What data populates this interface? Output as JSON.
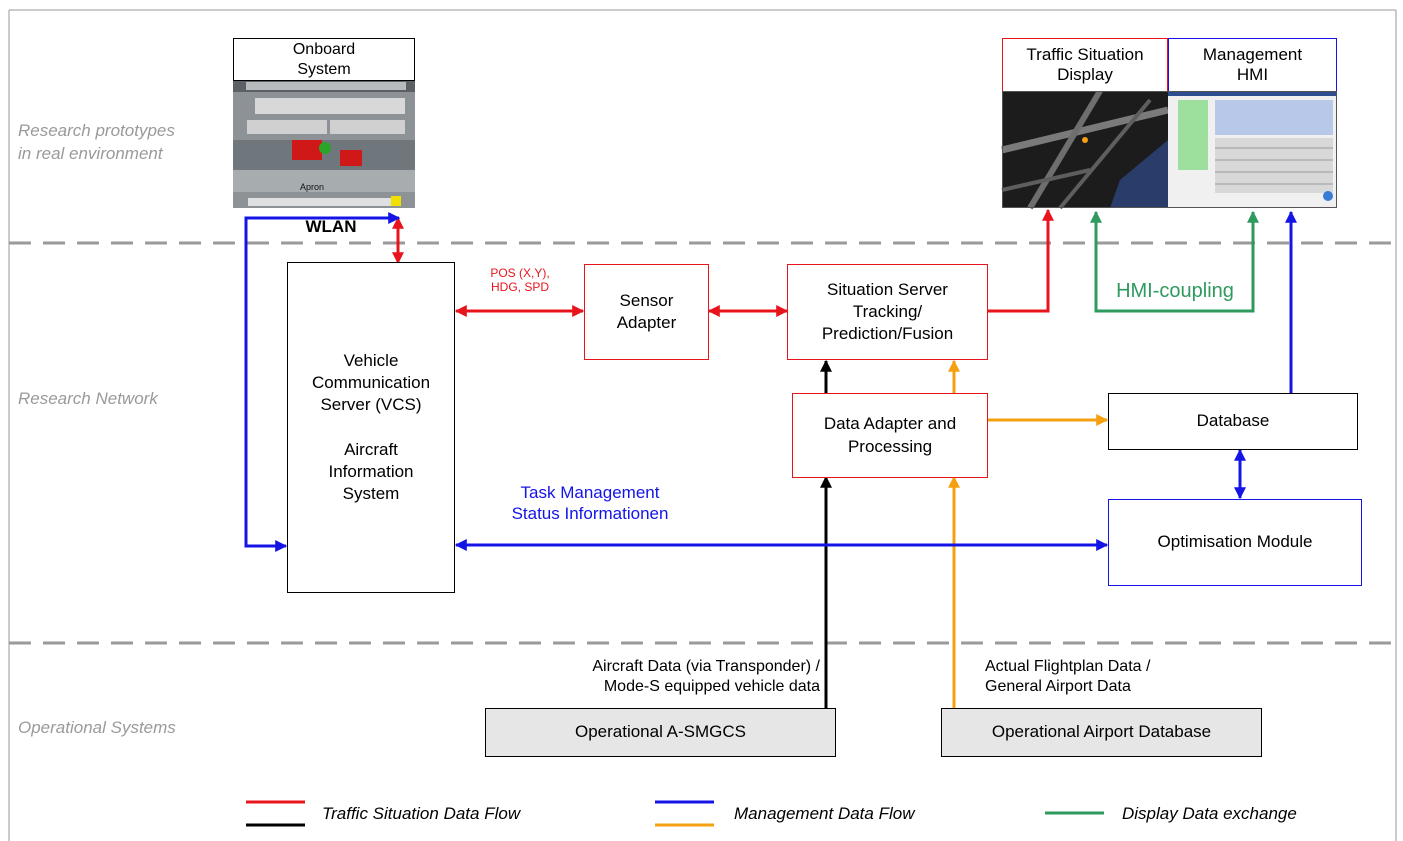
{
  "colors": {
    "traffic_red": "#e8141c",
    "traffic_black": "#000000",
    "management_blue": "#1414e6",
    "management_orange": "#f5a011",
    "display_green": "#2e9a5e",
    "lane_divider": "#9a9a9a"
  },
  "lanes": {
    "research_prototypes": "Research prototypes\nin real environment",
    "research_network": "Research Network",
    "operational_systems": "Operational Systems"
  },
  "onboard": {
    "title": "Onboard\nSystem",
    "wlan": "WLAN",
    "screen_apron": "Apron"
  },
  "displays": {
    "traffic_situation": "Traffic Situation\nDisplay",
    "management_hmi": "Management\nHMI"
  },
  "boxes": {
    "vcs": "Vehicle\nCommunication\nServer (VCS)\n\nAircraft\nInformation\nSystem",
    "sensor_adapter": "Sensor\nAdapter",
    "situation_server": "Situation Server\nTracking/\nPrediction/Fusion",
    "data_adapter": "Data Adapter and\nProcessing",
    "database": "Database",
    "optimisation": "Optimisation Module",
    "op_asmgcs": "Operational A-SMGCS",
    "op_airport_db": "Operational Airport Database"
  },
  "labels": {
    "pos": "POS (X,Y),\nHDG, SPD",
    "task_mgmt": "Task Management\nStatus Informationen",
    "hmi_coupling": "HMI-coupling",
    "aircraft_data": "Aircraft Data (via Transponder) /\nMode-S equipped vehicle data",
    "flightplan": "Actual Flightplan Data /\nGeneral Airport Data"
  },
  "legend": {
    "traffic": "Traffic Situation Data Flow",
    "management": "Management Data Flow",
    "display": "Display Data exchange"
  }
}
